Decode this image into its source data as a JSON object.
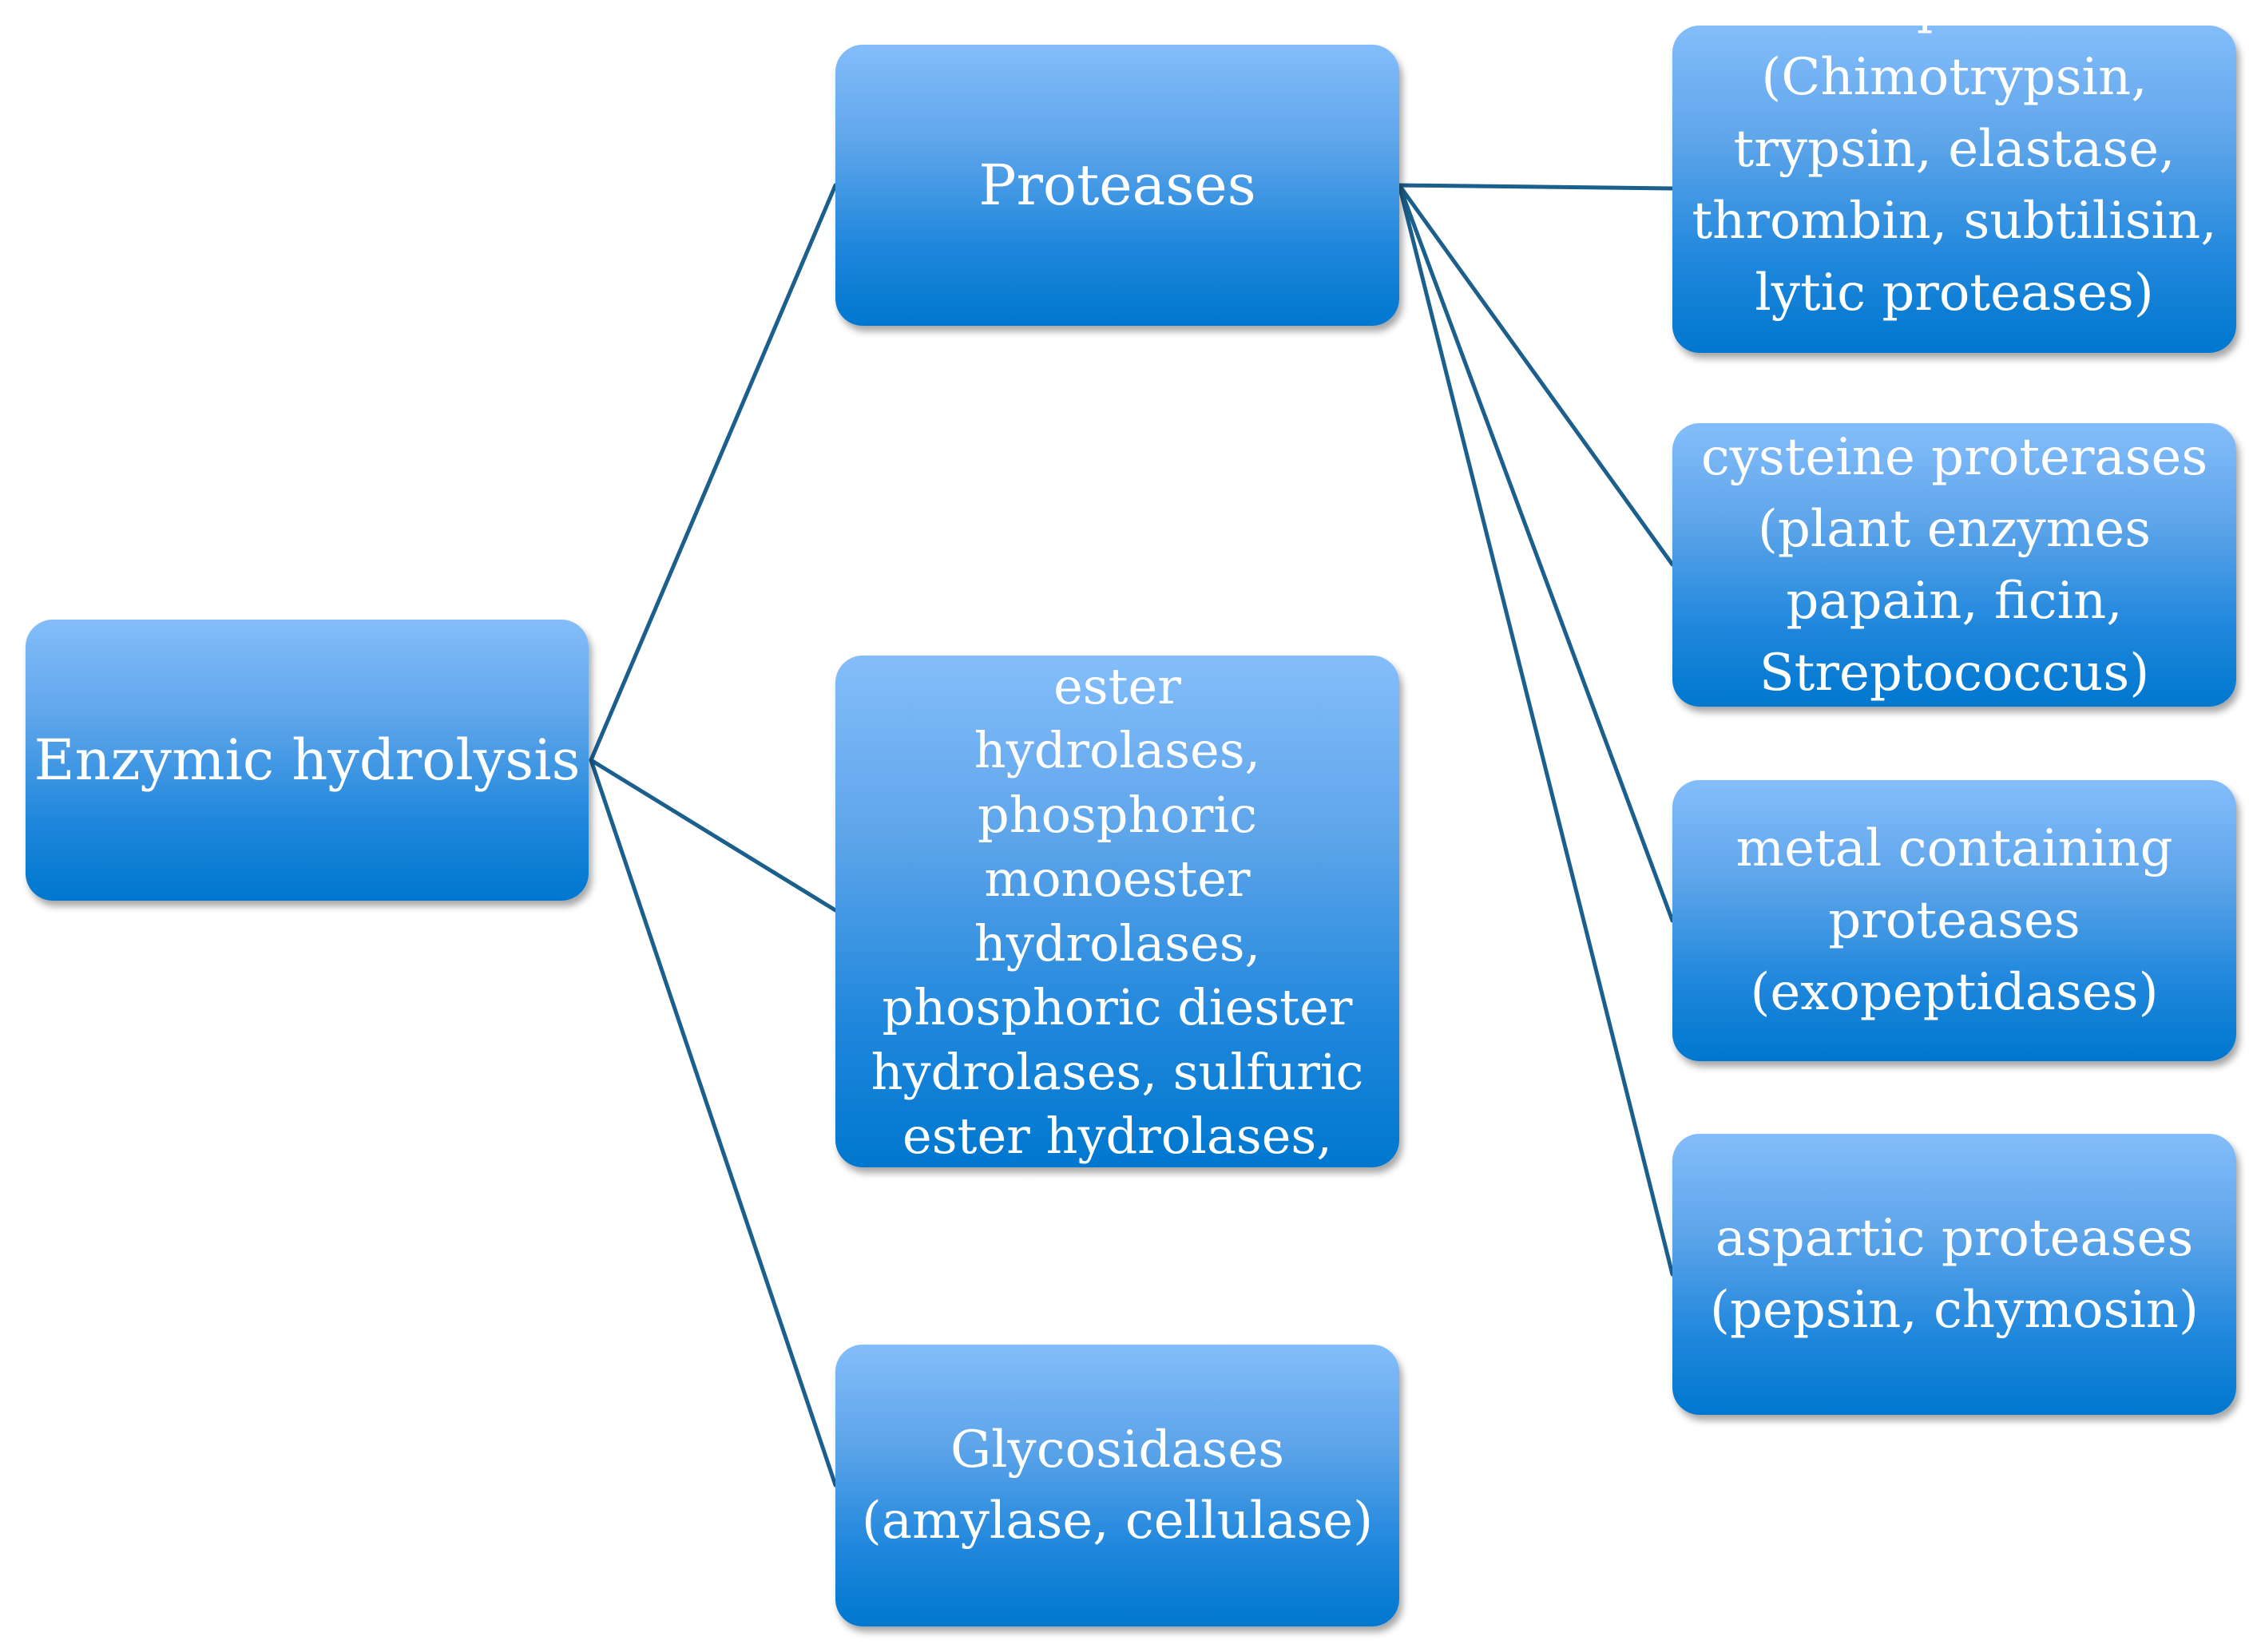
{
  "diagram": {
    "root": {
      "label": "Enzymic hydrolysis"
    },
    "categories": [
      {
        "id": "proteases",
        "label": "Proteases"
      },
      {
        "id": "esterases",
        "label": "Estearases (thiol ester\nhydrolases,\nphosphoric\nmonoester\nhydrolases,\nphosphoric diester\nhydrolases, sulfuric\nester hydrolases,\nlipases)"
      },
      {
        "id": "glycosidases",
        "label": "Glycosidases\n(amylase, cellulase)"
      }
    ],
    "protease_types": [
      {
        "id": "serine",
        "label": "serine proteases\n(Chimotrypsin,\ntrypsin, elastase,\nthrombin, subtilisin,\nlytic proteases)"
      },
      {
        "id": "cysteine",
        "label": "cysteine proterases\n(plant enzymes\npapain, ficin,\nStreptococcus)"
      },
      {
        "id": "metal",
        "label": "metal containing\nproteases\n(exopeptidases)"
      },
      {
        "id": "aspartic",
        "label": "aspartic proteases\n(pepsin, chymosin)"
      }
    ],
    "edges": [
      [
        "root",
        "proteases"
      ],
      [
        "root",
        "esterases"
      ],
      [
        "root",
        "glycosidases"
      ],
      [
        "proteases",
        "serine"
      ],
      [
        "proteases",
        "cysteine"
      ],
      [
        "proteases",
        "metal"
      ],
      [
        "proteases",
        "aspartic"
      ]
    ],
    "colors": {
      "node_top": "#84bdfb",
      "node_bottom": "#0077cf",
      "connector": "#1b5f8c",
      "text": "#ffffff"
    }
  }
}
